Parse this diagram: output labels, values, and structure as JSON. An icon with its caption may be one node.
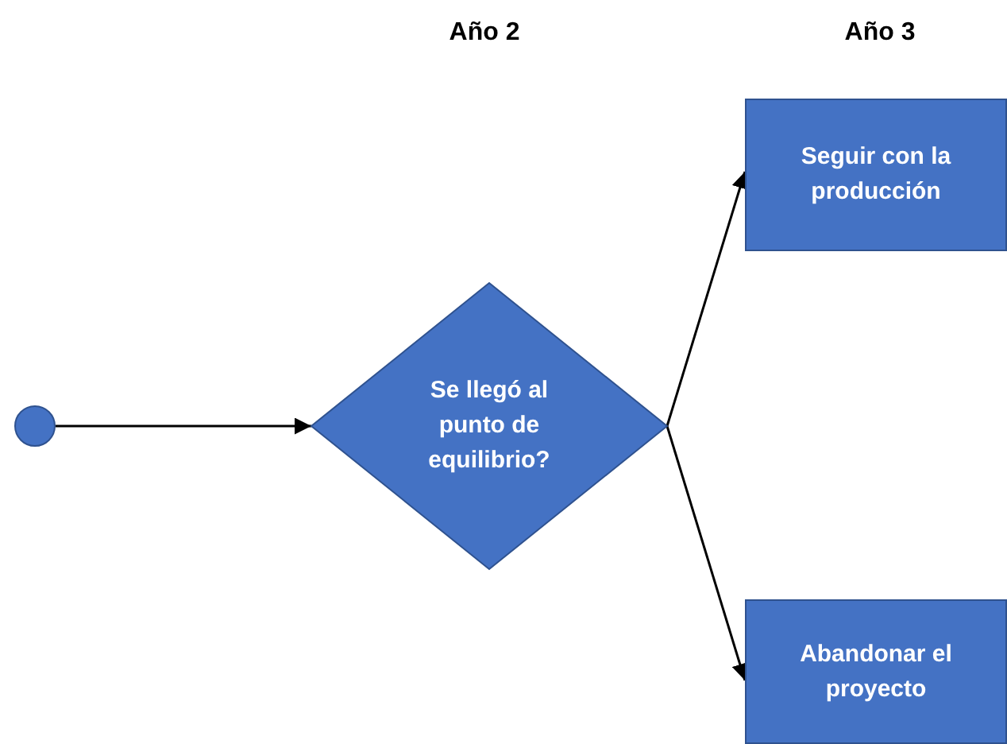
{
  "diagram": {
    "nodes": [
      {
        "text": [],
        "shape": "circle"
      },
      {
        "text": [
          "Se llegó al punto de equilibrio?"
        ]
      },
      {
        "text": [
          "Seguir con la producción"
        ]
      },
      {
        "text": [
          "Abandonar el proyecto"
        ]
      }
    ],
    "edges": [
      {
        "from": 0,
        "to": 1,
        "arrow": "to"
      },
      {
        "from": 1,
        "to": 2,
        "arrow": "to"
      },
      {
        "from": 1,
        "to": 3,
        "arrow": "to"
      }
    ],
    "labels": [
      "Año 2",
      "Año 3"
    ]
  }
}
